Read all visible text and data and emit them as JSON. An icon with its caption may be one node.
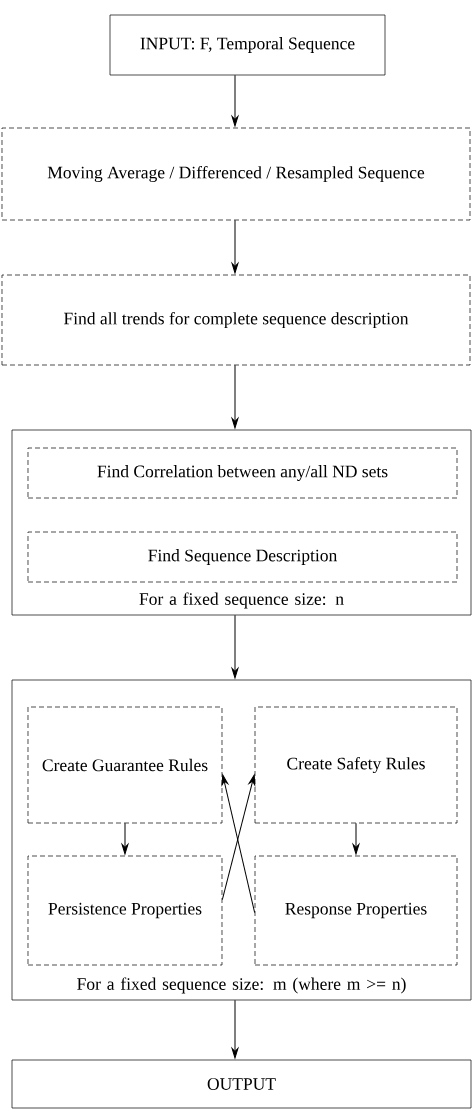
{
  "diagram": {
    "nodes": [
      {
        "text": [
          "INPUT: F, Temporal Sequence"
        ]
      },
      {
        "text": [
          "Moving Average / Differenced / Resampled Sequence"
        ]
      },
      {
        "text": [
          "Find all trends for complete sequence description"
        ]
      },
      {
        "text": [
          "For a fixed sequence size: n"
        ]
      },
      {
        "text": [
          "Find Correlation between any/all ND sets"
        ],
        "in": 3
      },
      {
        "text": [
          "Find Sequence Description"
        ],
        "in": 3
      },
      {
        "text": [
          "For a fixed sequence size: m (where m >= n)"
        ]
      },
      {
        "text": [
          "Create Guarantee Rules"
        ],
        "in": 6
      },
      {
        "text": [
          "Create Safety Rules"
        ],
        "in": 6
      },
      {
        "text": [
          "Persistence Properties"
        ],
        "in": 6
      },
      {
        "text": [
          "Response Properties"
        ],
        "in": 6
      },
      {
        "text": [
          "OUTPUT"
        ]
      }
    ],
    "edges": [
      {
        "from": 0,
        "to": 1,
        "arrow": "to"
      },
      {
        "from": 1,
        "to": 2,
        "arrow": "to"
      },
      {
        "from": 2,
        "to": 3,
        "arrow": "to"
      },
      {
        "from": 7,
        "to": 9,
        "arrow": "to"
      },
      {
        "from": 8,
        "to": 10,
        "arrow": "to"
      },
      {
        "from": 9,
        "to": 8,
        "arrow": "to"
      },
      {
        "from": 10,
        "to": 7,
        "arrow": "to"
      },
      {
        "from": 3,
        "to": 6,
        "arrow": "to"
      },
      {
        "from": 6,
        "to": 11,
        "arrow": "to"
      }
    ]
  }
}
